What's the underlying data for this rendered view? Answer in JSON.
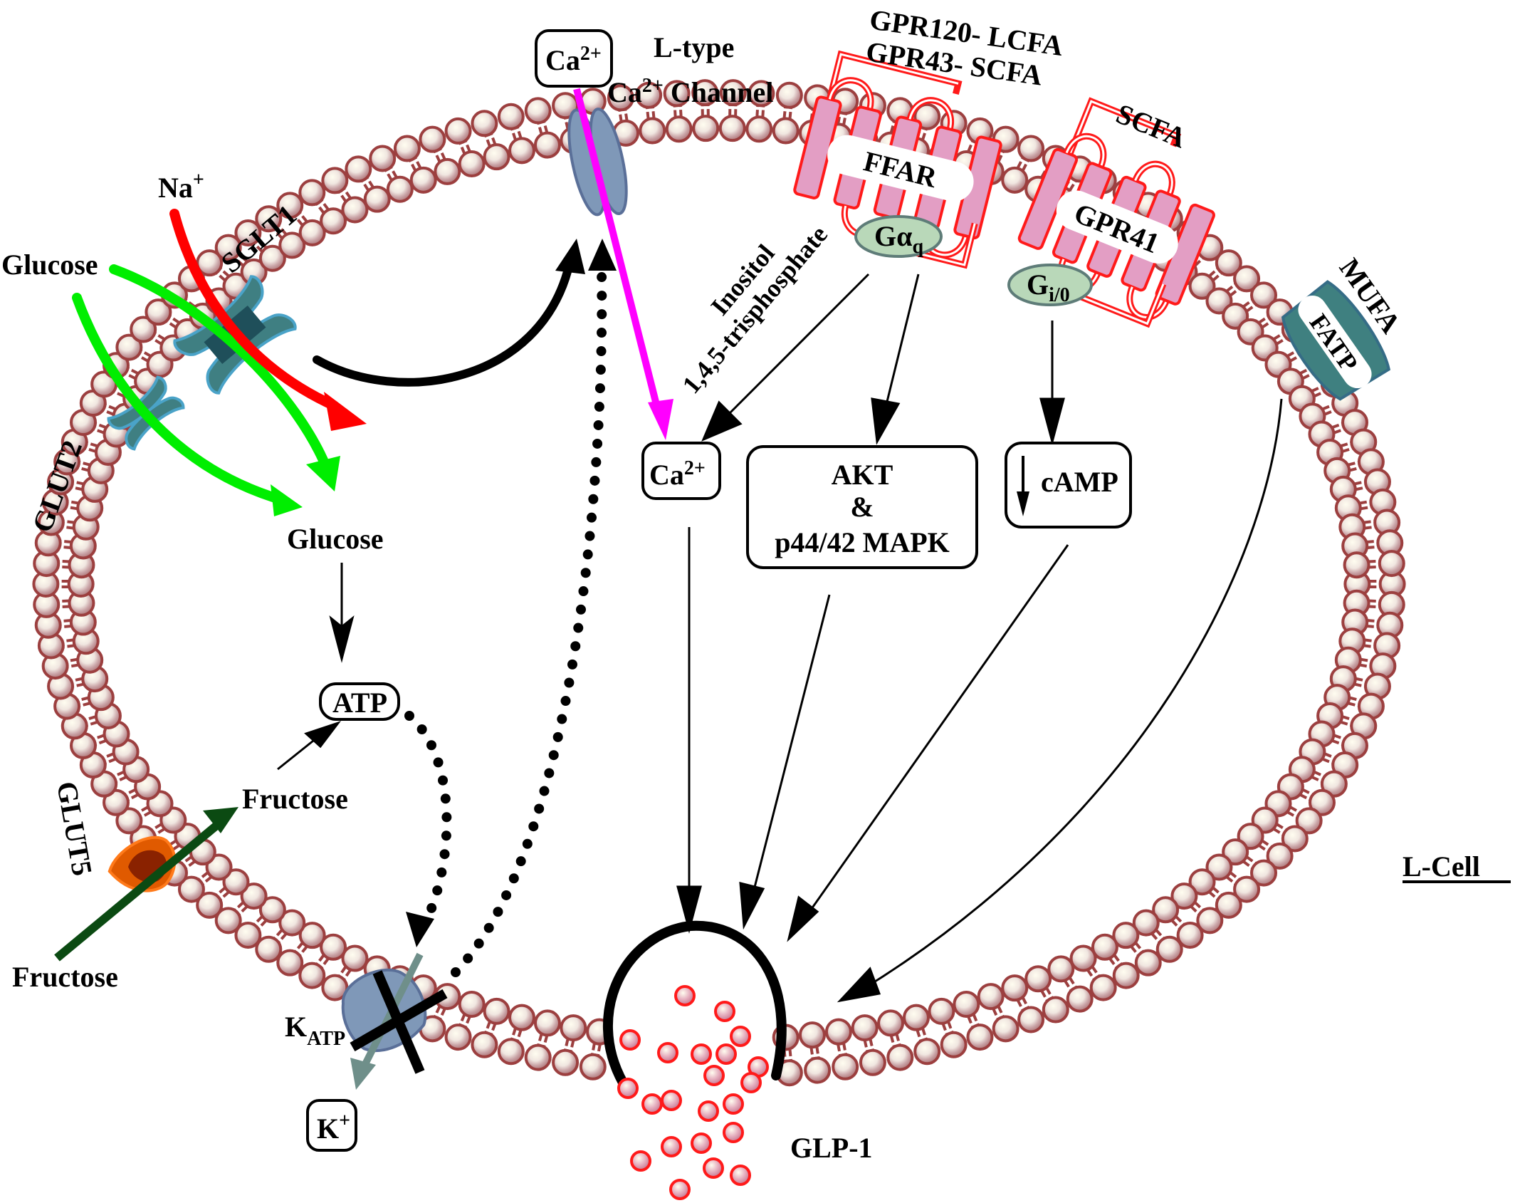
{
  "figure": {
    "cell_label": "L-Cell",
    "secretion_label": "GLP-1"
  },
  "transporters": {
    "sglt1": "SGLT1",
    "glut2": "GLUT2",
    "glut5": "GLUT5",
    "katp_main": "K",
    "katp_sub": "ATP",
    "l_type_line1": "L-type",
    "l_type_line2_base": "Ca",
    "l_type_line2_sup": "2+",
    "l_type_line2_rest": " Channel",
    "fatp": "FATP"
  },
  "receptors": {
    "ffar": "FFAR",
    "gpr41": "GPR41",
    "ffar_ligand_line1": "GPR120- LCFA",
    "ffar_ligand_line2": "GPR43- SCFA",
    "gpr41_ligand": "SCFA",
    "fatp_ligand": "MUFA",
    "gaq_base": "Gα",
    "gaq_sub": "q",
    "gi_base": "G",
    "gi_sub": "i/0"
  },
  "molecules": {
    "na_base": "Na",
    "na_sup": "+",
    "glucose_outside": "Glucose",
    "glucose_inside": "Glucose",
    "fructose_outside": "Fructose",
    "fructose_inside": "Fructose",
    "atp": "ATP",
    "k_base": "K",
    "k_sup": "+",
    "ca_out_base": "Ca",
    "ca_out_sup": "2+",
    "ca_in_base": "Ca",
    "ca_in_sup": "2+",
    "ip3_line1": "Inositol",
    "ip3_line2": "1,4,5-trisphosphate"
  },
  "signaling": {
    "akt_line1": "AKT",
    "akt_line2": "&",
    "akt_line3": "p44/42 MAPK",
    "camp": "cAMP"
  },
  "colors": {
    "membrane_head_stroke": "#9c3f3f",
    "glucose_arrow": "#00ee00",
    "sodium_arrow": "#ff0000",
    "calcium_arrow": "#ff00ff",
    "fructose_arrow": "#0b4a12",
    "potassium_arrow": "#6f8f8a",
    "receptor_outline": "#ff1a1a",
    "receptor_fill": "#e39ec4",
    "g_protein_fill": "#b9d8b9",
    "sglt_fill": "#3f7f82",
    "glut5_fill": "#e05a00",
    "channel_fill": "#7f98b8",
    "glp1_granule": "#ff1a1a"
  }
}
